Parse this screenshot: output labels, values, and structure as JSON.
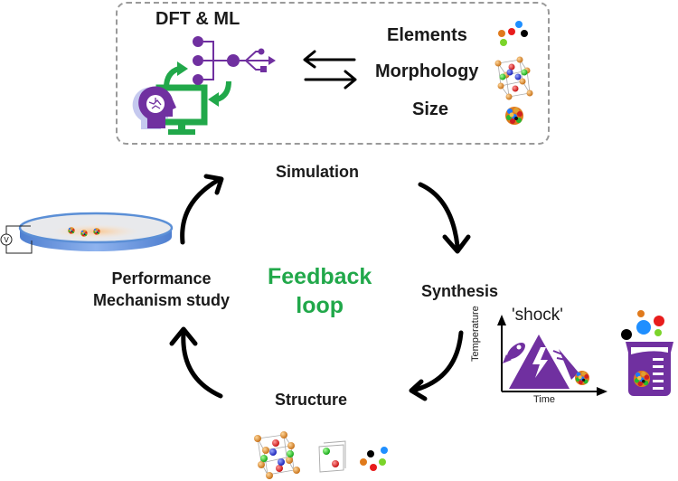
{
  "figure": {
    "top_panel": {
      "title": "DFT & ML",
      "properties": [
        {
          "label": "Elements",
          "icon": "element-dots-icon"
        },
        {
          "label": "Morphology",
          "icon": "crystal-lattice-icon"
        },
        {
          "label": "Size",
          "icon": "nanoparticle-cluster-icon"
        }
      ],
      "exchange_icon": "bidirectional-arrows-icon",
      "left_icon": "ai-brain-computer-network-icon"
    },
    "cycle": {
      "center_label_line1": "Feedback",
      "center_label_line2": "loop",
      "steps": [
        {
          "label": "Simulation"
        },
        {
          "label": "Synthesis"
        },
        {
          "label": "Structure"
        },
        {
          "label_line1": "Performance",
          "label_line2": "Mechanism study"
        }
      ]
    },
    "synthesis_inset": {
      "title": "'shock'",
      "xlabel": "Time",
      "ylabel": "Temperature",
      "icons": [
        "rocket-icon",
        "lightning-triangle-icon",
        "comet-particle-icon",
        "beaker-icon"
      ]
    },
    "performance_inset": {
      "icons": [
        "electrode-dish-icon",
        "voltmeter-icon"
      ],
      "voltmeter_symbol": "V"
    },
    "colors": {
      "green": "#21a84a",
      "purple": "#7030a0",
      "text": "#1a1a1a",
      "dashed_border": "#9a9a9a",
      "dish_blue": "#5b8fd6"
    }
  }
}
